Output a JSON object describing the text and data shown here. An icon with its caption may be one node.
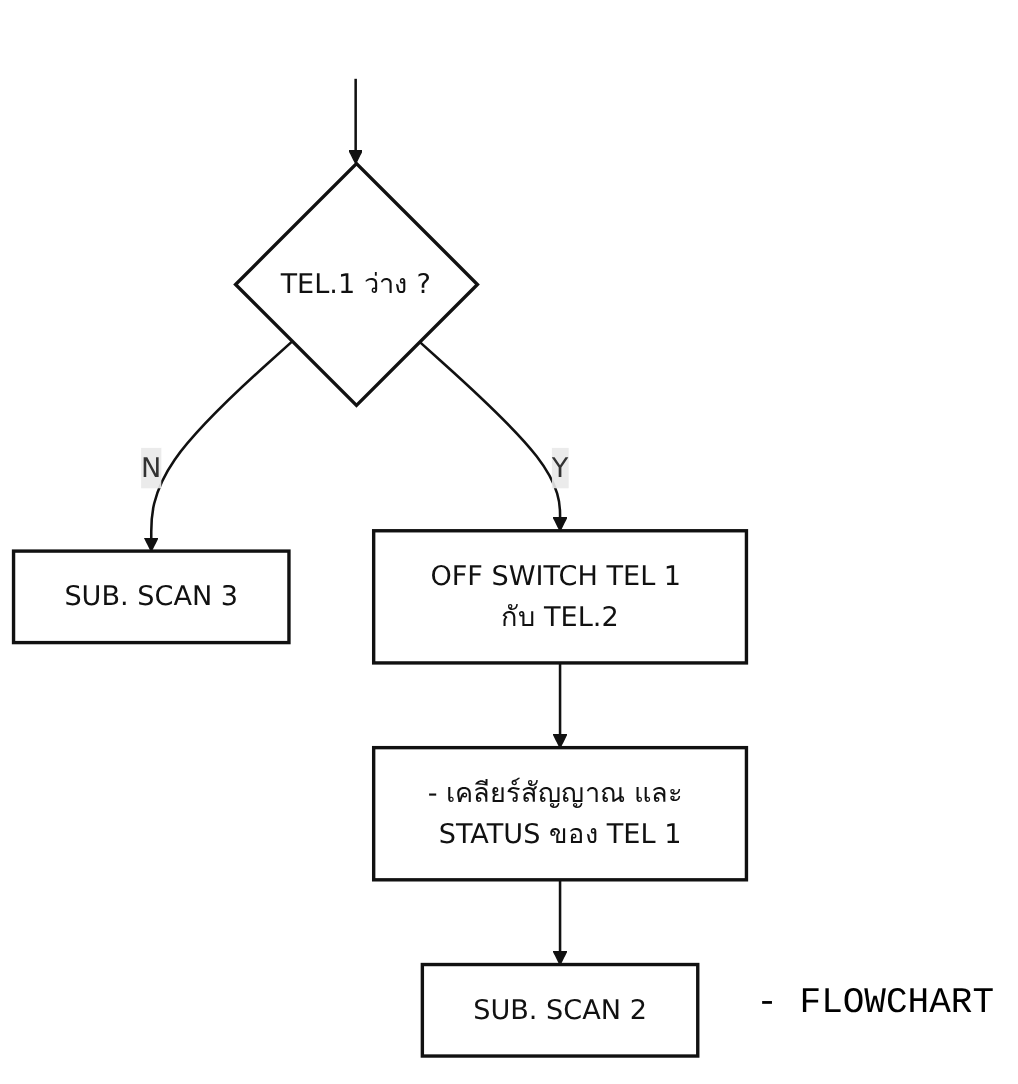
{
  "diagram": {
    "nodes": [
      {
        "text": [
          "TEL.1 ว่าง ?"
        ]
      },
      {
        "text": [
          "SUB. SCAN 3"
        ]
      },
      {
        "text": [
          "OFF SWITCH TEL 1 กับ TEL.2"
        ]
      },
      {
        "text": [
          "- เคลียร์สัญญาณ และ STATUS ของ TEL 1"
        ]
      },
      {
        "text": [
          "SUB. SCAN 2"
        ]
      }
    ],
    "edges": [
      {
        "from": null,
        "to": 0,
        "arrow": "to"
      },
      {
        "from": 0,
        "to": 1,
        "label": "N",
        "arrow": "to"
      },
      {
        "from": 0,
        "to": 2,
        "label": "Y",
        "arrow": "to"
      },
      {
        "from": 2,
        "to": 3,
        "arrow": "to"
      },
      {
        "from": 3,
        "to": 4,
        "arrow": "to"
      }
    ],
    "labels": [
      "- FLOWCHART"
    ]
  }
}
